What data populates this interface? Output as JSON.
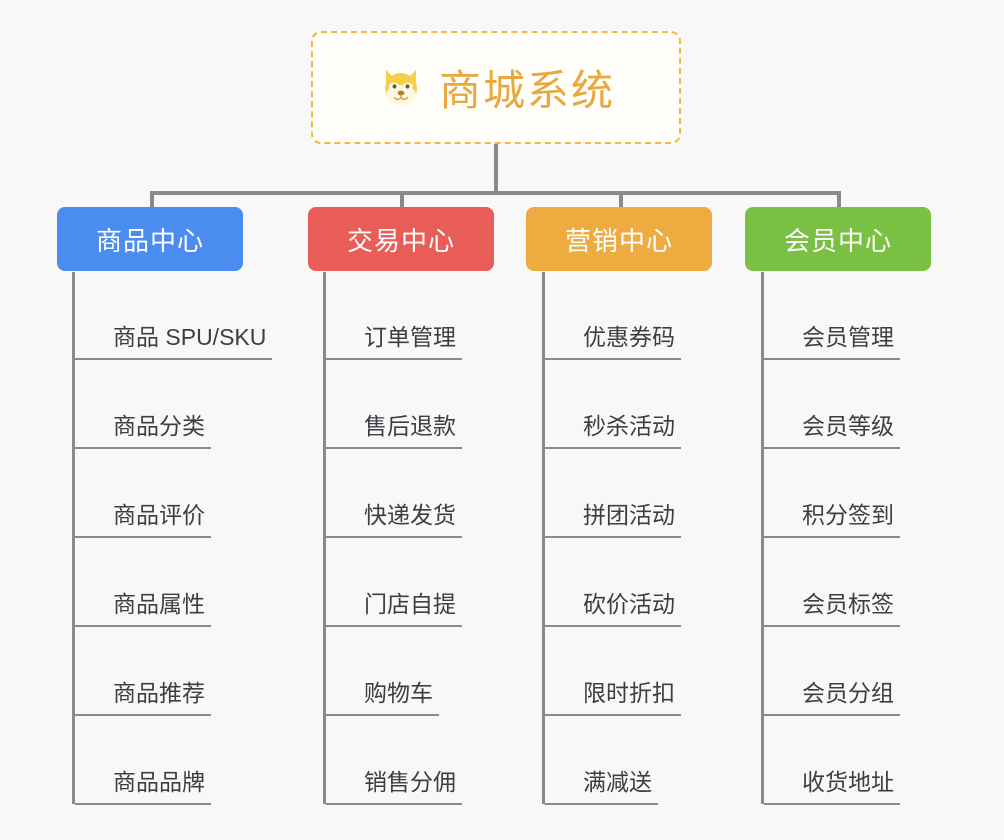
{
  "diagram": {
    "type": "tree",
    "background": "#f8f8f8",
    "root": {
      "label": "商城系统",
      "icon": "dog-face-icon",
      "icon_glyph": "🐶",
      "text_color": "#e8a83c",
      "border_color": "#f0b942",
      "fill": "#fffefb"
    },
    "connector_color": "#8a8a8a",
    "branches": [
      {
        "label": "商品中心",
        "color": "#4a8cf0",
        "items": [
          "商品 SPU/SKU",
          "商品分类",
          "商品评价",
          "商品属性",
          "商品推荐",
          "商品品牌"
        ]
      },
      {
        "label": "交易中心",
        "color": "#e95d59",
        "items": [
          "订单管理",
          "售后退款",
          "快递发货",
          "门店自提",
          "购物车",
          "销售分佣"
        ]
      },
      {
        "label": "营销中心",
        "color": "#eeac40",
        "items": [
          "优惠券码",
          "秒杀活动",
          "拼团活动",
          "砍价活动",
          "限时折扣",
          "满减送"
        ]
      },
      {
        "label": "会员中心",
        "color": "#7ac143",
        "items": [
          "会员管理",
          "会员等级",
          "积分签到",
          "会员标签",
          "会员分组",
          "收货地址"
        ]
      }
    ]
  }
}
